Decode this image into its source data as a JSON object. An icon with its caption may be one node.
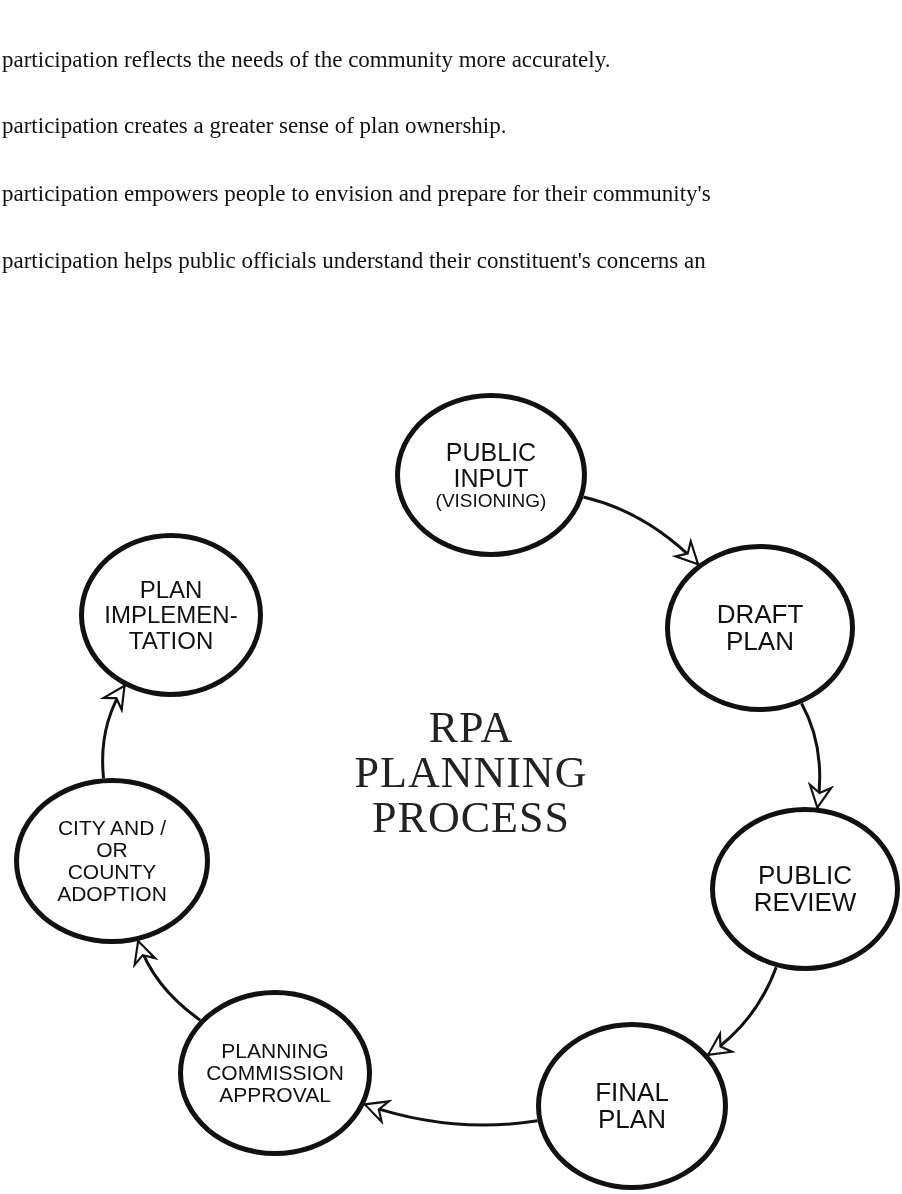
{
  "diagram": {
    "title": "RPA PLANNING PROCESS",
    "nodes": [
      {
        "text": [
          "PUBLIC INPUT",
          "(VISIONING)"
        ]
      },
      {
        "text": [
          "DRAFT PLAN"
        ]
      },
      {
        "text": [
          "PUBLIC REVIEW"
        ]
      },
      {
        "text": [
          "FINAL PLAN"
        ]
      },
      {
        "text": [
          "PLANNING COMMISSION APPROVAL"
        ]
      },
      {
        "text": [
          "CITY AND / OR COUNTY ADOPTION"
        ]
      },
      {
        "text": [
          "PLAN IMPLEMEN- TATION"
        ]
      }
    ],
    "edges": [
      {
        "from": 0,
        "to": 1,
        "arrow": "to"
      },
      {
        "from": 1,
        "to": 2,
        "arrow": "to"
      },
      {
        "from": 2,
        "to": 3,
        "arrow": "to"
      },
      {
        "from": 3,
        "to": 4,
        "arrow": "to"
      },
      {
        "from": 4,
        "to": 5,
        "arrow": "to"
      },
      {
        "from": 5,
        "to": 6,
        "arrow": "to"
      }
    ],
    "labels": [
      "participation reflects the needs of the community more accurately.",
      "participation creates a greater sense of plan ownership.",
      "participation empowers people to envision and prepare for their community's",
      "participation helps public officials understand their constituent's concerns an"
    ]
  }
}
